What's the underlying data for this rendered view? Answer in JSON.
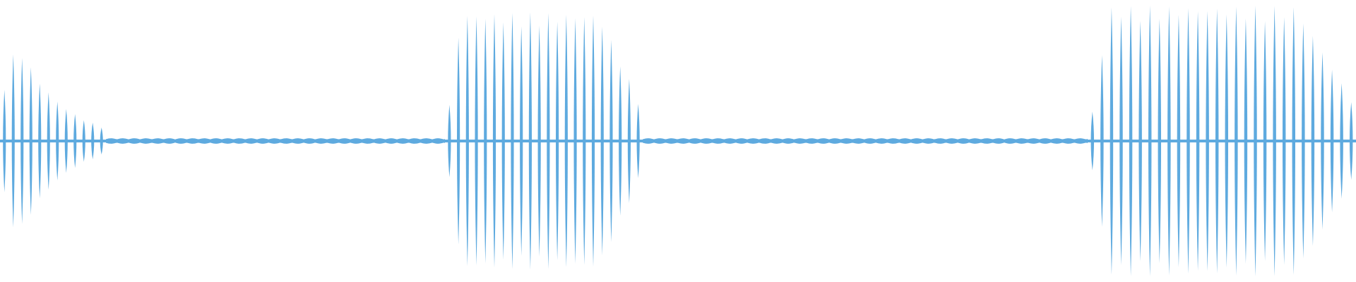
{
  "waveform": {
    "color": "#5eaadf",
    "baseline_amplitude": 0.02,
    "segments": [
      {
        "type": "decay",
        "peak_amplitude": 0.72,
        "cycles": 12
      },
      {
        "type": "quiet",
        "amplitude": 0.02
      },
      {
        "type": "burst",
        "peak_amplitude": 0.95,
        "cycles": 22
      },
      {
        "type": "quiet",
        "amplitude": 0.02
      },
      {
        "type": "burst",
        "peak_amplitude": 1.0,
        "cycles": 28
      }
    ]
  }
}
